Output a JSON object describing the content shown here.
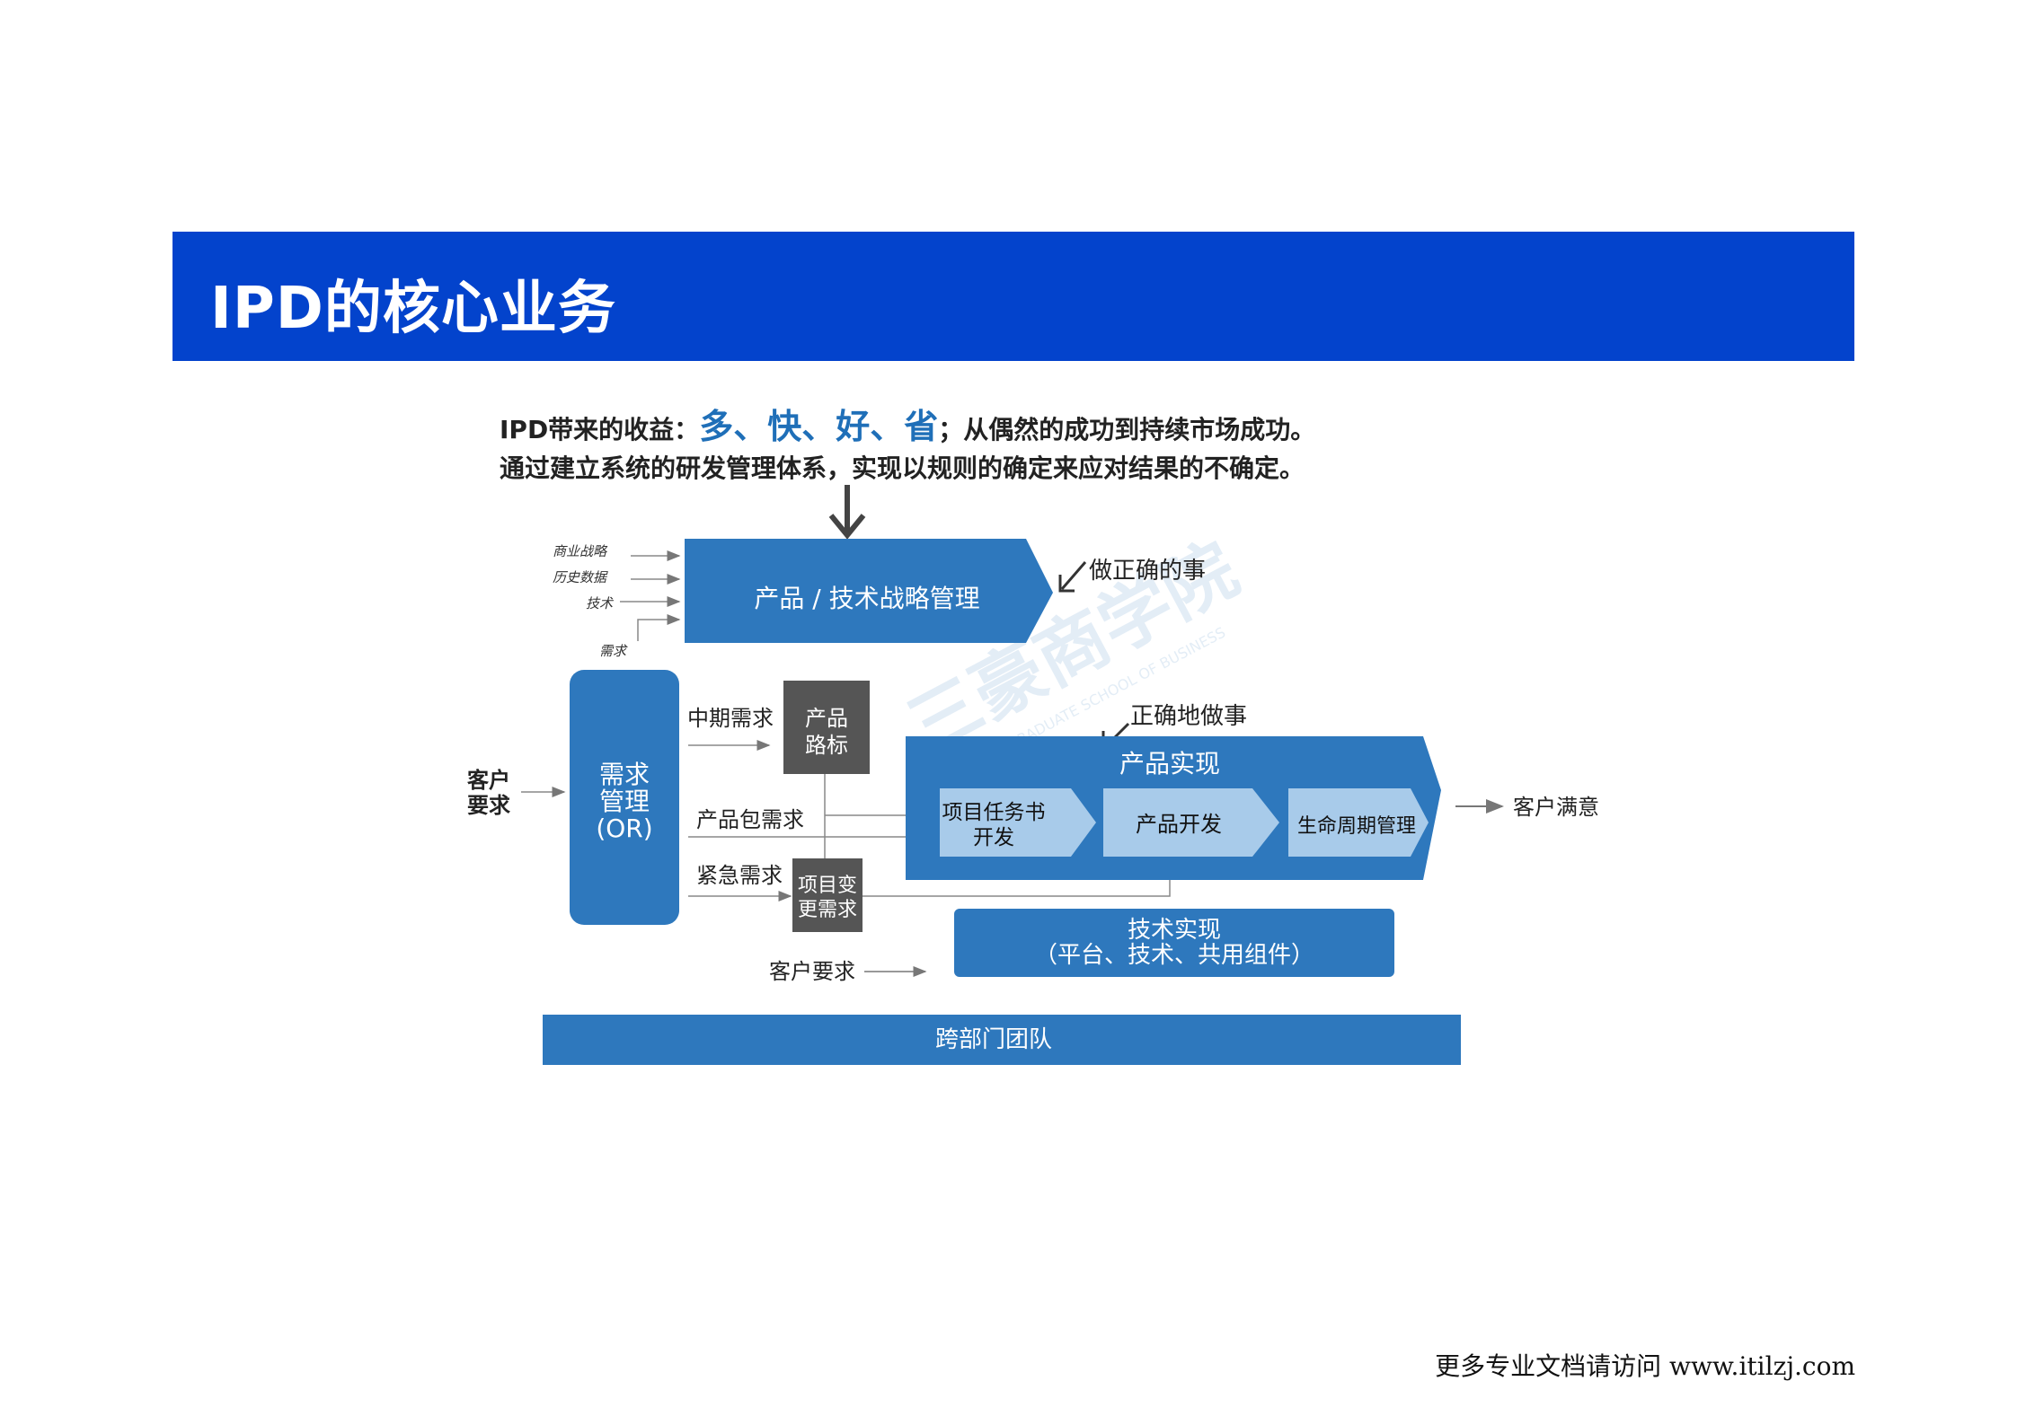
{
  "header": {
    "title": "IPD的核心业务"
  },
  "intro": {
    "line1_prefix": "IPD带来的收益：",
    "line1_highlight": "多、快、好、省",
    "line1_suffix": "；从偶然的成功到持续市场成功。",
    "line2": "通过建立系统的研发管理体系，实现以规则的确定来应对结果的不确定。"
  },
  "diagram": {
    "inputs": [
      "商业战略",
      "历史数据",
      "技术",
      "需求"
    ],
    "strategy_box": "产品 / 技术战略管理",
    "do_right_thing": "做正确的事",
    "do_thing_right": "正确地做事",
    "customer_req_left": [
      "客户",
      "要求"
    ],
    "or_box": [
      "需求",
      "管理",
      "(OR)"
    ],
    "mid_term": "中期需求",
    "package_req": "产品包需求",
    "urgent_req": "紧急需求",
    "roadmap": [
      "产品",
      "路标"
    ],
    "change_req": [
      "项目变",
      "更需求"
    ],
    "realization": "产品实现",
    "stages": [
      {
        "lines": [
          "项目任务书",
          "开发"
        ]
      },
      {
        "lines": [
          "产品开发"
        ]
      },
      {
        "lines": [
          "生命周期管理"
        ]
      }
    ],
    "satisfaction": "客户满意",
    "tech_box": [
      "技术实现",
      "（平台、技术、共用组件）"
    ],
    "customer_req_bottom": "客户要求",
    "team": "跨部门团队",
    "watermark": [
      "三豪商学院",
      "SANHAO GRADUATE SCHOOL OF BUSINESS"
    ]
  },
  "footer": {
    "text": "更多专业文档请访问 www.itilzj.com"
  },
  "colors": {
    "banner": "#0343cc",
    "diagram_blue": "#2e78bd",
    "dark_box": "#555555",
    "highlight": "#1f6fb8"
  }
}
